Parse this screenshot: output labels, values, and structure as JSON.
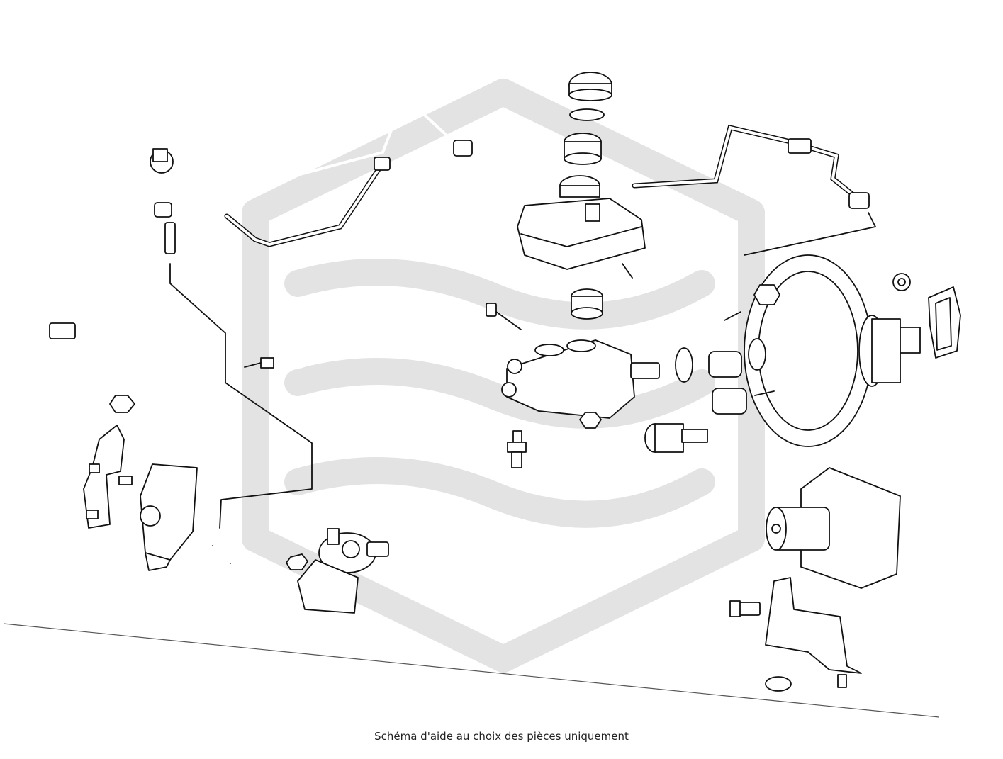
{
  "caption": "Schéma d'aide au choix des pièces uniquement",
  "watermark": {
    "icon": "brand-logo-watermark",
    "color": "#e3e3e3"
  },
  "line_color": "#111111",
  "parts": [
    "brake-line-left",
    "brake-line-center",
    "brake-line-right",
    "vacuum-hose",
    "cable-tie",
    "reservoir-cap",
    "cap-gasket",
    "reservoir-filter",
    "brake-fluid-reservoir",
    "reservoir-grommet",
    "master-cylinder",
    "seal-ring",
    "brake-booster",
    "booster-gasket",
    "booster-nut",
    "brake-light-switch",
    "pressure-sensor",
    "bleed-screw",
    "abs-control-unit",
    "abs-bracket",
    "mount-nut",
    "vacuum-pump",
    "control-module",
    "mounting-bracket",
    "hose-clip",
    "small-hose"
  ]
}
